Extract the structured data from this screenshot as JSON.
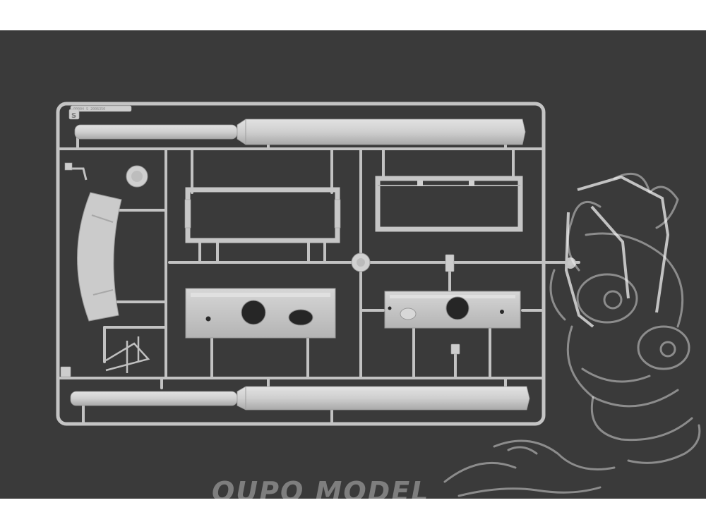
{
  "image": {
    "subject": "plastic-model-kit-sprue",
    "background_color": "#3a3a3a",
    "plastic_color": "#c9c9c9",
    "page_background": "#ffffff"
  },
  "sprue": {
    "letter": "S",
    "code_text": "00004 S 2006350"
  },
  "watermark": {
    "brand_text": "OUPO MODEL",
    "logo": "cartoon-creature-logo"
  }
}
